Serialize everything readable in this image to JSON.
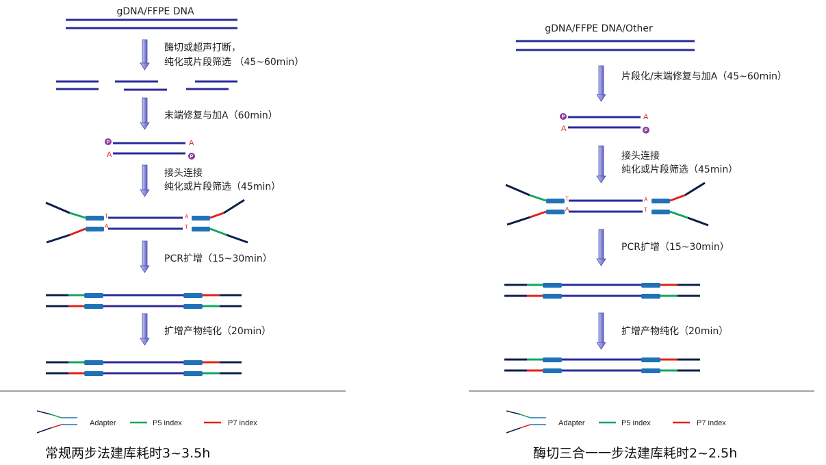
{
  "colors": {
    "dna": "#2a2a9a",
    "adapter": "#0b1f4a",
    "p5": "#11a85b",
    "p7": "#e0211b",
    "block": "#1f72b8",
    "phosphate": "#8e3b9c",
    "arrow_fill": "#8f91d8",
    "arrow_stroke": "#4b4fb5",
    "overhang": "#e21d1d"
  },
  "left": {
    "input_label": "gDNA/FFPE DNA",
    "step1_line1": "酶切或超声打断，",
    "step1_line2": "纯化或片段筛选 （45~60min）",
    "step2": "末端修复与加A（60min）",
    "step3_line1": "接头连接",
    "step3_line2": "纯化或片段筛选（45min）",
    "step4": "PCR扩增（15~30min）",
    "step5": "扩增产物纯化（20min）",
    "summary": "常规两步法建库耗时3~3.5h"
  },
  "right": {
    "input_label": "gDNA/FFPE DNA/Other",
    "step1": "片段化/末端修复与加A（45~60min）",
    "step2_line1": "接头连接",
    "step2_line2": "纯化或片段筛选（45min）",
    "step3": "PCR扩增（15~30min）",
    "step4": "扩增产物纯化（20min）",
    "summary": "酶切三合一一步法建库耗时2~2.5h"
  },
  "markers": {
    "phosphate": "P",
    "a_overhang": "A",
    "t_overhang": "T"
  },
  "legend": {
    "adapter": "Adapter",
    "p5": "P5 index",
    "p7": "P7 index"
  }
}
